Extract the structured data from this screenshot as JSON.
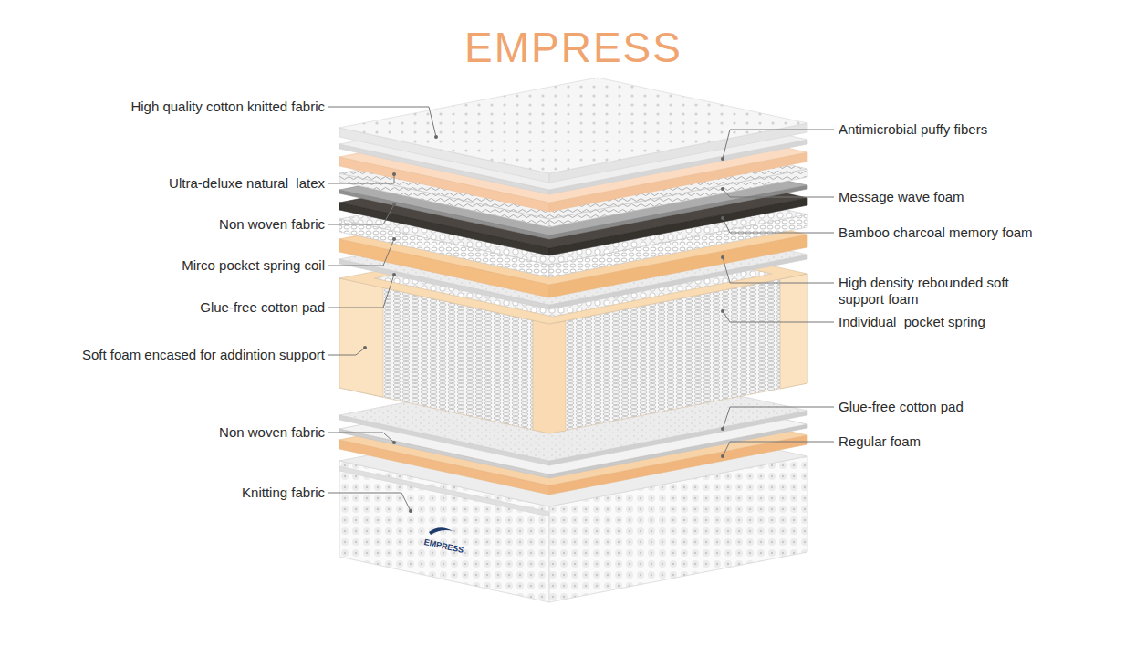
{
  "diagram": {
    "title": "EMPRESS",
    "labels": [
      "High quality cotton knitted fabric",
      "Antimicrobial puffy fibers",
      "Ultra-deluxe natural  latex",
      "Message wave foam",
      "Non woven fabric",
      "Bamboo charcoal memory foam",
      "Mirco pocket spring coil",
      "High density rebounded soft support foam",
      "Glue-free cotton pad",
      "Individual  pocket spring",
      "Soft foam encased for addintion support",
      "Glue-free cotton pad",
      "Non woven fabric",
      "Regular foam",
      "Knitting fabric",
      "EMPRESS"
    ]
  }
}
